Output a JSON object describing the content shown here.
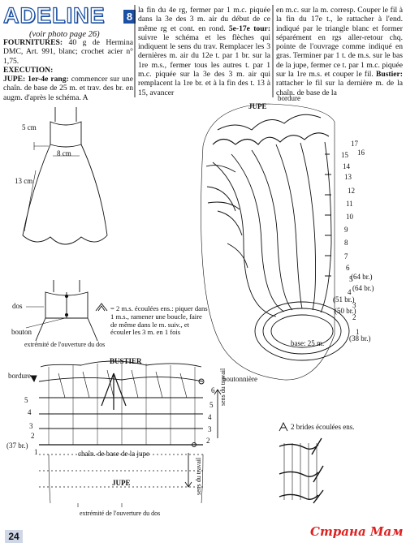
{
  "title": {
    "main": "ADELINE",
    "number": "8",
    "photo_ref": "(voir photo page 26)"
  },
  "text": {
    "col1_fournitures_label": "FOURNITURES:",
    "col1_fournitures": " 40 g de Hermina DMC, Art. 991, blanc; crochet acier n° 1,75.",
    "col1_execution_label": "EXECUTION:",
    "col1_jupe_label": "JUPE: 1er-4e rang:",
    "col1_jupe": " commencer sur une chaîn. de base de 25 m. et trav. des br. en augm. d'après le schéma. A",
    "col2_start": "la fin du 4e rg, fermer par 1 m.c. piquée dans la 3e des 3 m. air du début de ce même rg et cont. en rond. ",
    "col2_tour_label": "5e-17e tour:",
    "col2_rest": " suivre le schéma et les flèches qui indiquent le sens du trav. Remplacer les 3 dernières m. air du 12e t. par 1 br. sur la 1re m.s., fermer tous les autres t. par 1 m.c. piquée sur la 3e des 3 m. air qui remplacent la 1re br. et à la fin des t. 13 à 15, avancer",
    "col3_start": "en m.c. sur la m. corresp. Couper le fil à la fin du 17e t., le rattacher à l'end. indiqué par le triangle blanc et former séparément en rgs aller-retour chq. pointe de l'ouvrage comme indiqué en gras. Terminer par 1 t. de m.s. sur le bas de la jupe, fermer ce t. par 1 m.c. piquée sur la 1re m.s. et couper le fil. ",
    "col3_bustier_label": "Bustier:",
    "col3_rest": " rattacher le fil sur la dernière m. de la chaîn. de base de la"
  },
  "diagram_labels": {
    "dress_5cm": "5 cm",
    "dress_8cm": "8 cm",
    "dress_13cm": "13 cm",
    "back_dos": "dos",
    "back_bouton": "bouton",
    "back_caption": "extrémité de l'ouverture du dos",
    "legend_symbol_text": "= 2 m.s. écoulées ens.: piquer dans 1 m.s., ramener une boucle, faire de même dans le m. suiv., et écouler les 3 m. en 1 fois",
    "jupe_title": "JUPE",
    "jupe_bordure": "bordure",
    "jupe_base": "base: 25 m.",
    "jupe_rows": [
      "1",
      "2",
      "3",
      "4",
      "5",
      "6",
      "7",
      "8",
      "9",
      "10",
      "11",
      "12",
      "13",
      "14",
      "15",
      "16",
      "17"
    ],
    "jupe_counts": [
      "(64 br.)",
      "(64 br.)",
      "(51 br.)",
      "(50 br.)",
      "(38 br.)"
    ],
    "bustier_title": "BUSTIER",
    "bustier_bordure": "bordure",
    "bustier_boutonniere": "boutonnière",
    "bustier_sens": "sens du travail",
    "bustier_rows_left": [
      "5",
      "4",
      "3",
      "2",
      "1"
    ],
    "bustier_rows_right": [
      "6",
      "5",
      "4",
      "3",
      "2"
    ],
    "bustier_37br": "(37 br.)",
    "bustier_chain": "chaîn. de base de la jupe",
    "bustier_jupe": "JUPE",
    "bustier_sens2": "sens du travail",
    "bustier_caption": "extrémité de l'ouverture du dos",
    "legend2": "2 brides écoulées ens."
  },
  "footer": {
    "page_number": "24",
    "watermark": "Страна Мам"
  }
}
